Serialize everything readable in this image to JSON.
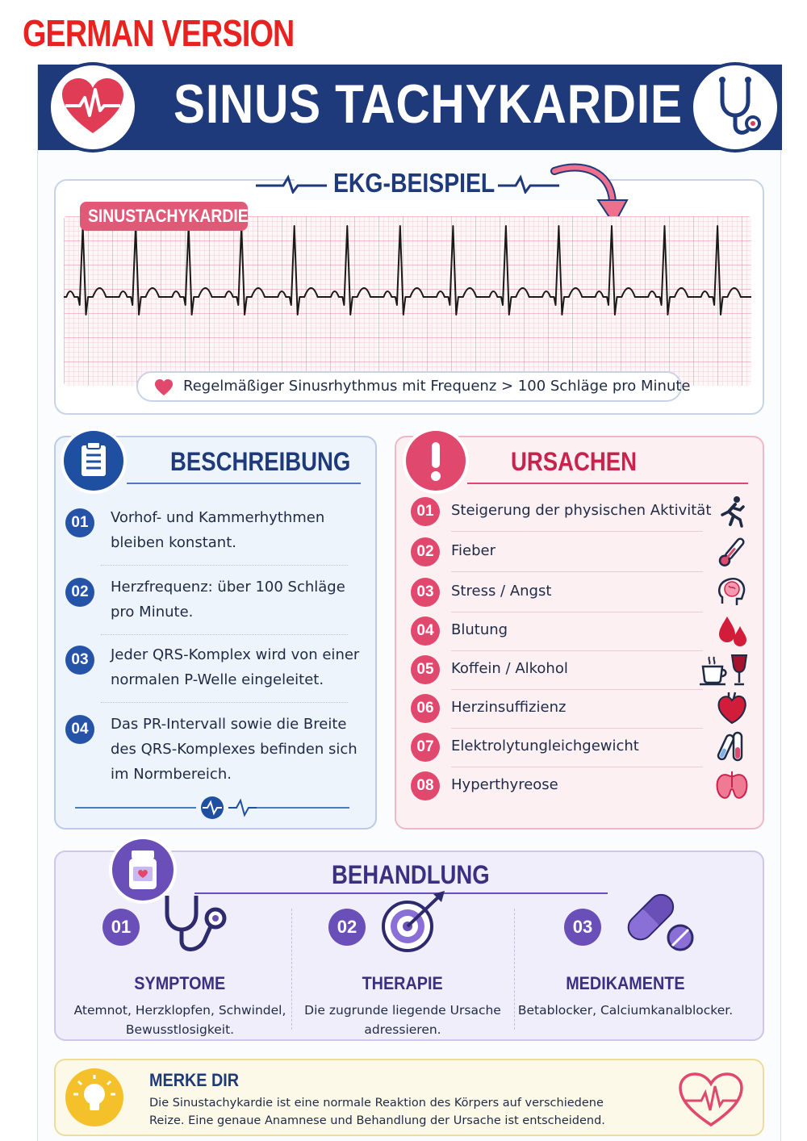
{
  "version_label": "GERMAN VERSION",
  "title": "SINUS TACHYKARDIE",
  "colors": {
    "navy": "#1e3a7a",
    "pink": "#e0486e",
    "purple": "#6a4fb8",
    "yellow": "#f5c12b",
    "red": "#e8231f"
  },
  "ekg": {
    "heading": "EKG-BEISPIEL",
    "label": "SINUSTACHYKARDIE",
    "caption": "Regelmäßiger Sinusrhythmus mit Frequenz > 100 Schläge pro Minute"
  },
  "description": {
    "heading": "BESCHREIBUNG",
    "icon": "clipboard-icon",
    "items": [
      {
        "num": "01",
        "text": "Vorhof- und Kammerhythmen bleiben konstant."
      },
      {
        "num": "02",
        "text": "Herzfrequenz: über 100 Schläge pro Minute."
      },
      {
        "num": "03",
        "text": "Jeder QRS-Komplex wird von einer normalen P-Welle eingeleitet."
      },
      {
        "num": "04",
        "text": "Das PR-Intervall sowie die Breite des QRS-Komplexes befinden sich im Normbereich."
      }
    ]
  },
  "causes": {
    "heading": "URSACHEN",
    "icon": "exclamation-icon",
    "items": [
      {
        "num": "01",
        "text": "Steigerung der physischen Aktivität",
        "icon": "runner-icon"
      },
      {
        "num": "02",
        "text": "Fieber",
        "icon": "thermometer-icon"
      },
      {
        "num": "03",
        "text": "Stress / Angst",
        "icon": "brain-head-icon"
      },
      {
        "num": "04",
        "text": "Blutung",
        "icon": "blood-drops-icon"
      },
      {
        "num": "05",
        "text": "Koffein / Alkohol",
        "icon": "coffee-wine-icon"
      },
      {
        "num": "06",
        "text": "Herzinsuffizienz",
        "icon": "heart-organ-icon"
      },
      {
        "num": "07",
        "text": "Elektrolytungleichgewicht",
        "icon": "test-tube-icon"
      },
      {
        "num": "08",
        "text": "Hyperthyreose",
        "icon": "thyroid-icon"
      }
    ]
  },
  "treatment": {
    "heading": "BEHANDLUNG",
    "icon": "medicine-bottle-icon",
    "items": [
      {
        "num": "01",
        "title": "SYMPTOME",
        "desc": "Atemnot, Herzklopfen, Schwindel, Bewusstlosigkeit.",
        "icon": "stethoscope-icon"
      },
      {
        "num": "02",
        "title": "THERAPIE",
        "desc": "Die zugrunde liegende Ursache adressieren.",
        "icon": "target-icon"
      },
      {
        "num": "03",
        "title": "MEDIKAMENTE",
        "desc": "Betablocker, Calciumkanalblocker.",
        "icon": "pills-icon"
      }
    ]
  },
  "remember": {
    "heading": "MERKE DIR",
    "text": "Die Sinustachykardie ist eine normale Reaktion des Körpers auf verschiedene Reize. Eine genaue Anamnese und Behandlung der Ursache ist entscheidend.",
    "icon": "lightbulb-icon"
  }
}
